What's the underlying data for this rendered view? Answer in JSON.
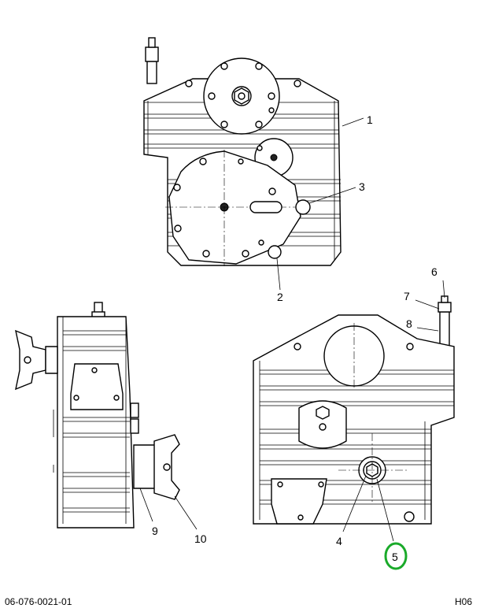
{
  "callouts": {
    "c1": "1",
    "c2": "2",
    "c3": "3",
    "c4": "4",
    "c5": "5",
    "c6": "6",
    "c7": "7",
    "c8": "8",
    "c9": "9",
    "c10": "10"
  },
  "footer": {
    "doc_number": "06-076-0021-01",
    "sheet_code": "H06"
  },
  "highlight": {
    "callout": "5",
    "color": "#1aaa2a"
  }
}
